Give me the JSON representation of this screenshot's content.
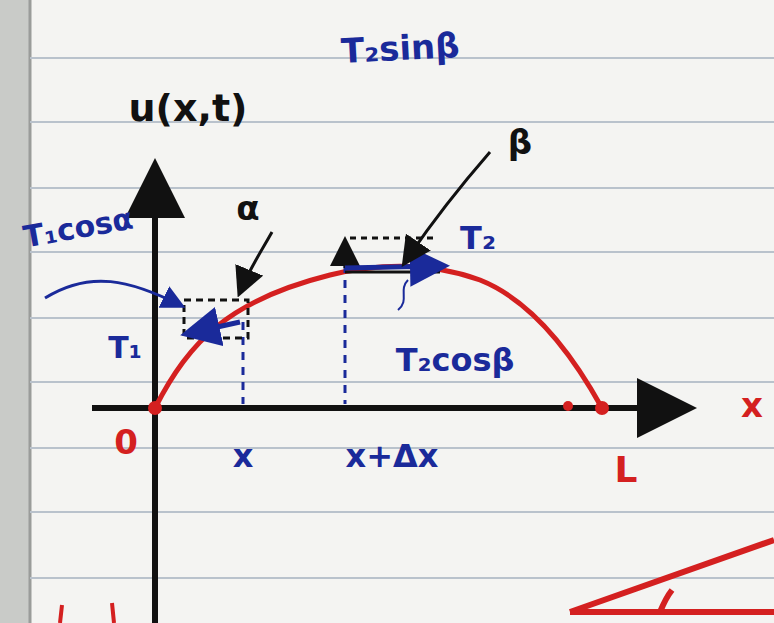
{
  "diagram": {
    "labels": [
      "T₂sinβ",
      "u(x,t)",
      "T₁cosα",
      "α",
      "β",
      "T₂",
      "T₁",
      "T₂cosβ",
      "0",
      "x",
      "x+Δx",
      "L",
      "x"
    ]
  }
}
